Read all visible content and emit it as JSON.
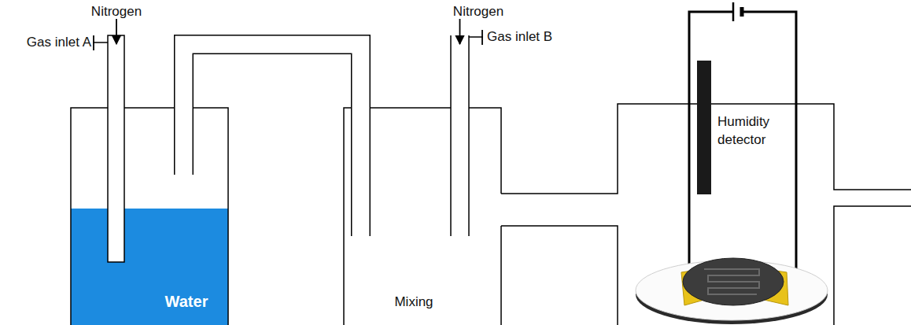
{
  "diagram": {
    "nodes": [
      {
        "text": [
          "Water"
        ]
      },
      {
        "text": [
          "Mixing"
        ]
      },
      {
        "text": [
          "Humidity detector"
        ]
      }
    ],
    "edges": [
      {
        "from": 0,
        "to": 1,
        "arrow": "none"
      }
    ],
    "labels": [
      "Nitrogen",
      "Gas inlet A",
      "Nitrogen",
      "Gas inlet B"
    ]
  }
}
